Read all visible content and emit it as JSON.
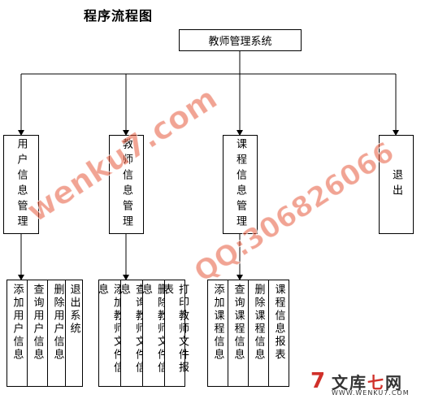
{
  "title": "程序流程图",
  "root": "教师管理系统",
  "modules": [
    {
      "label": "用户信息管理",
      "children": [
        "添加用户信息",
        "查询用户信息",
        "删除用户信息",
        "退出系统"
      ]
    },
    {
      "label": "教师信息管理",
      "children": [
        "添加教师文件信息",
        "查询教师文件信息",
        "删除教师文件信息",
        "打印教师文件报表"
      ]
    },
    {
      "label": "课程信息管理",
      "children": [
        "添加课程信息",
        "查询课程信息",
        "删除课程信息",
        "课程信息报表"
      ]
    },
    {
      "label": "退出",
      "children": []
    }
  ],
  "watermarks": {
    "site": "wenku7.com",
    "qq": "QQ:306826066"
  },
  "logo": {
    "mark": "7",
    "name_a": "文库",
    "name_b": "七",
    "name_c": "网",
    "url": "WWW.WENKU7.COM"
  },
  "colors": {
    "line": "#000000",
    "watermark": "#e65a3c",
    "logo_accent": "#d0302a"
  }
}
